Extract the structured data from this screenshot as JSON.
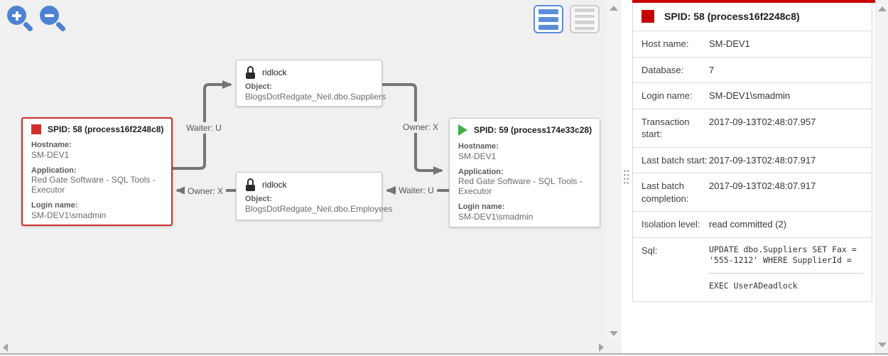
{
  "toolbar": {
    "zoom_in_icon": "magnifier-plus",
    "zoom_out_icon": "magnifier-minus",
    "view_toggle_selected": "list-view",
    "view_toggle_unselected": "detailed-view"
  },
  "colors": {
    "accent_blue": "#4d82d2",
    "victim_red": "#c9302c",
    "panel_red": "#c70000",
    "running_green": "#3fae49",
    "edge_gray": "#757575",
    "canvas_bg": "#f0f0f0"
  },
  "canvas": {
    "nodes": [
      {
        "id": "spid58",
        "type": "process",
        "status": "deadlock-victim",
        "title": "SPID: 58 (process16f2248c8)",
        "fields": [
          {
            "label": "Hostname:",
            "value": "SM-DEV1"
          },
          {
            "label": "Application:",
            "value": "Red Gate Software - SQL Tools - Executor"
          },
          {
            "label": "Login name:",
            "value": "SM-DEV1\\smadmin"
          }
        ]
      },
      {
        "id": "ridlock-suppliers",
        "type": "lock",
        "title": "ridlock",
        "fields": [
          {
            "label": "Object:",
            "value": "BlogsDotRedgate_Neil.dbo.Suppliers"
          }
        ]
      },
      {
        "id": "ridlock-employees",
        "type": "lock",
        "title": "ridlock",
        "fields": [
          {
            "label": "Object:",
            "value": "BlogsDotRedgate_Neil.dbo.Employees"
          }
        ]
      },
      {
        "id": "spid59",
        "type": "process",
        "status": "running",
        "title": "SPID: 59 (process174e33c28)",
        "fields": [
          {
            "label": "Hostname:",
            "value": "SM-DEV1"
          },
          {
            "label": "Application:",
            "value": "Red Gate Software - SQL Tools - Executor"
          },
          {
            "label": "Login name:",
            "value": "SM-DEV1\\smadmin"
          }
        ]
      }
    ],
    "edges": [
      {
        "label": "Waiter: U",
        "from": "spid58",
        "to": "ridlock-suppliers"
      },
      {
        "label": "Owner: X",
        "from": "ridlock-employees",
        "to": "spid58"
      },
      {
        "label": "Owner: X",
        "from": "ridlock-suppliers",
        "to": "spid59"
      },
      {
        "label": "Waiter: U",
        "from": "spid59",
        "to": "ridlock-employees"
      }
    ]
  },
  "details_panel": {
    "title": "SPID: 58 (process16f2248c8)",
    "rows": [
      {
        "label": "Host name:",
        "value": "SM-DEV1"
      },
      {
        "label": "Database:",
        "value": "7"
      },
      {
        "label": "Login name:",
        "value": "SM-DEV1\\smadmin"
      },
      {
        "label": "Transaction start:",
        "value": "2017-09-13T02:48:07.957"
      },
      {
        "label": "Last batch start:",
        "value": "2017-09-13T02:48:07.917"
      },
      {
        "label": "Last batch completion:",
        "value": "2017-09-13T02:48:07.917"
      },
      {
        "label": "Isolation level:",
        "value": "read committed (2)"
      },
      {
        "label": "Sql:",
        "sql": [
          "UPDATE dbo.Suppliers SET Fax = '555-1212' WHERE SupplierId =",
          "EXEC UserADeadlock"
        ]
      }
    ]
  }
}
